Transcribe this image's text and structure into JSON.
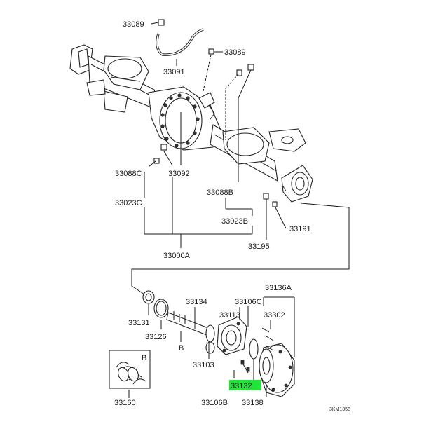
{
  "diagram": {
    "labels": {
      "p33089_a": "33089",
      "p33089_b": "33089",
      "p33091": "33091",
      "p33088c": "33088C",
      "p33092": "33092",
      "p33088b": "33088B",
      "p33023c": "33023C",
      "p33023b": "33023B",
      "p33191": "33191",
      "p33000a": "33000A",
      "p33195": "33195",
      "p33136a": "33136A",
      "p33131": "33131",
      "p33134": "33134",
      "p33106c": "33106C",
      "p33113": "33113",
      "p33302": "33302",
      "p33126": "33126",
      "p33103": "33103",
      "p33132": "33132",
      "p33106b": "33106B",
      "p33138": "33138",
      "p33160": "33160",
      "b_marker": "B",
      "b_box": "B",
      "drawing_code": "3KM1358"
    },
    "highlight_color": "#22e33a"
  }
}
